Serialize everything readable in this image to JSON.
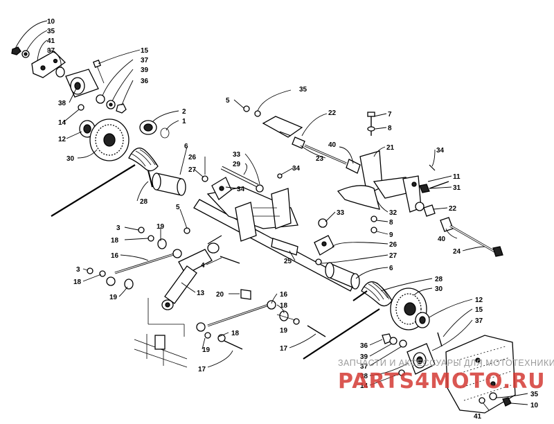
{
  "labels": {
    "left_top": [
      "10",
      "35",
      "41",
      "37"
    ],
    "left_mid": [
      "15",
      "37",
      "39",
      "36"
    ],
    "left_38": "38",
    "left_14": "14",
    "left_12": "12",
    "left_30": "30",
    "left_2": "2",
    "left_1": "1",
    "left_28": "28",
    "c_6a": "6",
    "c_26a": "26",
    "c_27a": "27",
    "c_33a": "33",
    "c_29": "29",
    "c_34a": "34",
    "c_34b": "34",
    "c_5a": "5",
    "c_35a": "35",
    "c_22": "22",
    "c_23": "23",
    "c_40a": "40",
    "c_21": "21",
    "c_7": "7",
    "c_8a": "8",
    "c_34c": "34",
    "c_11": "11",
    "c_31": "31",
    "c_22b": "22",
    "c_33b": "33",
    "c_32": "32",
    "c_8b": "8",
    "c_9": "9",
    "c_40b": "40",
    "c_24": "24",
    "c_26b": "26",
    "c_27b": "27",
    "c_6b": "6",
    "c_25": "25",
    "c_5b": "5",
    "c_4": "4",
    "l_3a": "3",
    "l_18a": "18",
    "l_19a": "19",
    "l_16a": "16",
    "l_3b": "3",
    "l_18b": "18",
    "l_19b": "19",
    "l_13": "13",
    "l_20": "20",
    "l_16b": "16",
    "l_18c": "18",
    "l_19c": "19",
    "l_18d": "18",
    "l_19d": "19",
    "l_17a": "17",
    "l_17b": "17",
    "r_28": "28",
    "r_30": "30",
    "r_12": "12",
    "r_15": "15",
    "r_37": "37",
    "r_36": "36",
    "r_39": "39",
    "r_37b": "37",
    "r_38": "38",
    "r_14": "14",
    "r_35": "35",
    "r_10": "10",
    "r_41": "41"
  },
  "watermark": {
    "line": "ЗАПЧАСТИ И АКСЕССУАРЫ ДЛЯ МОТОТЕХНИКИ",
    "logo": "PARTS4MOTO.RU",
    "color": "#d43a34"
  }
}
